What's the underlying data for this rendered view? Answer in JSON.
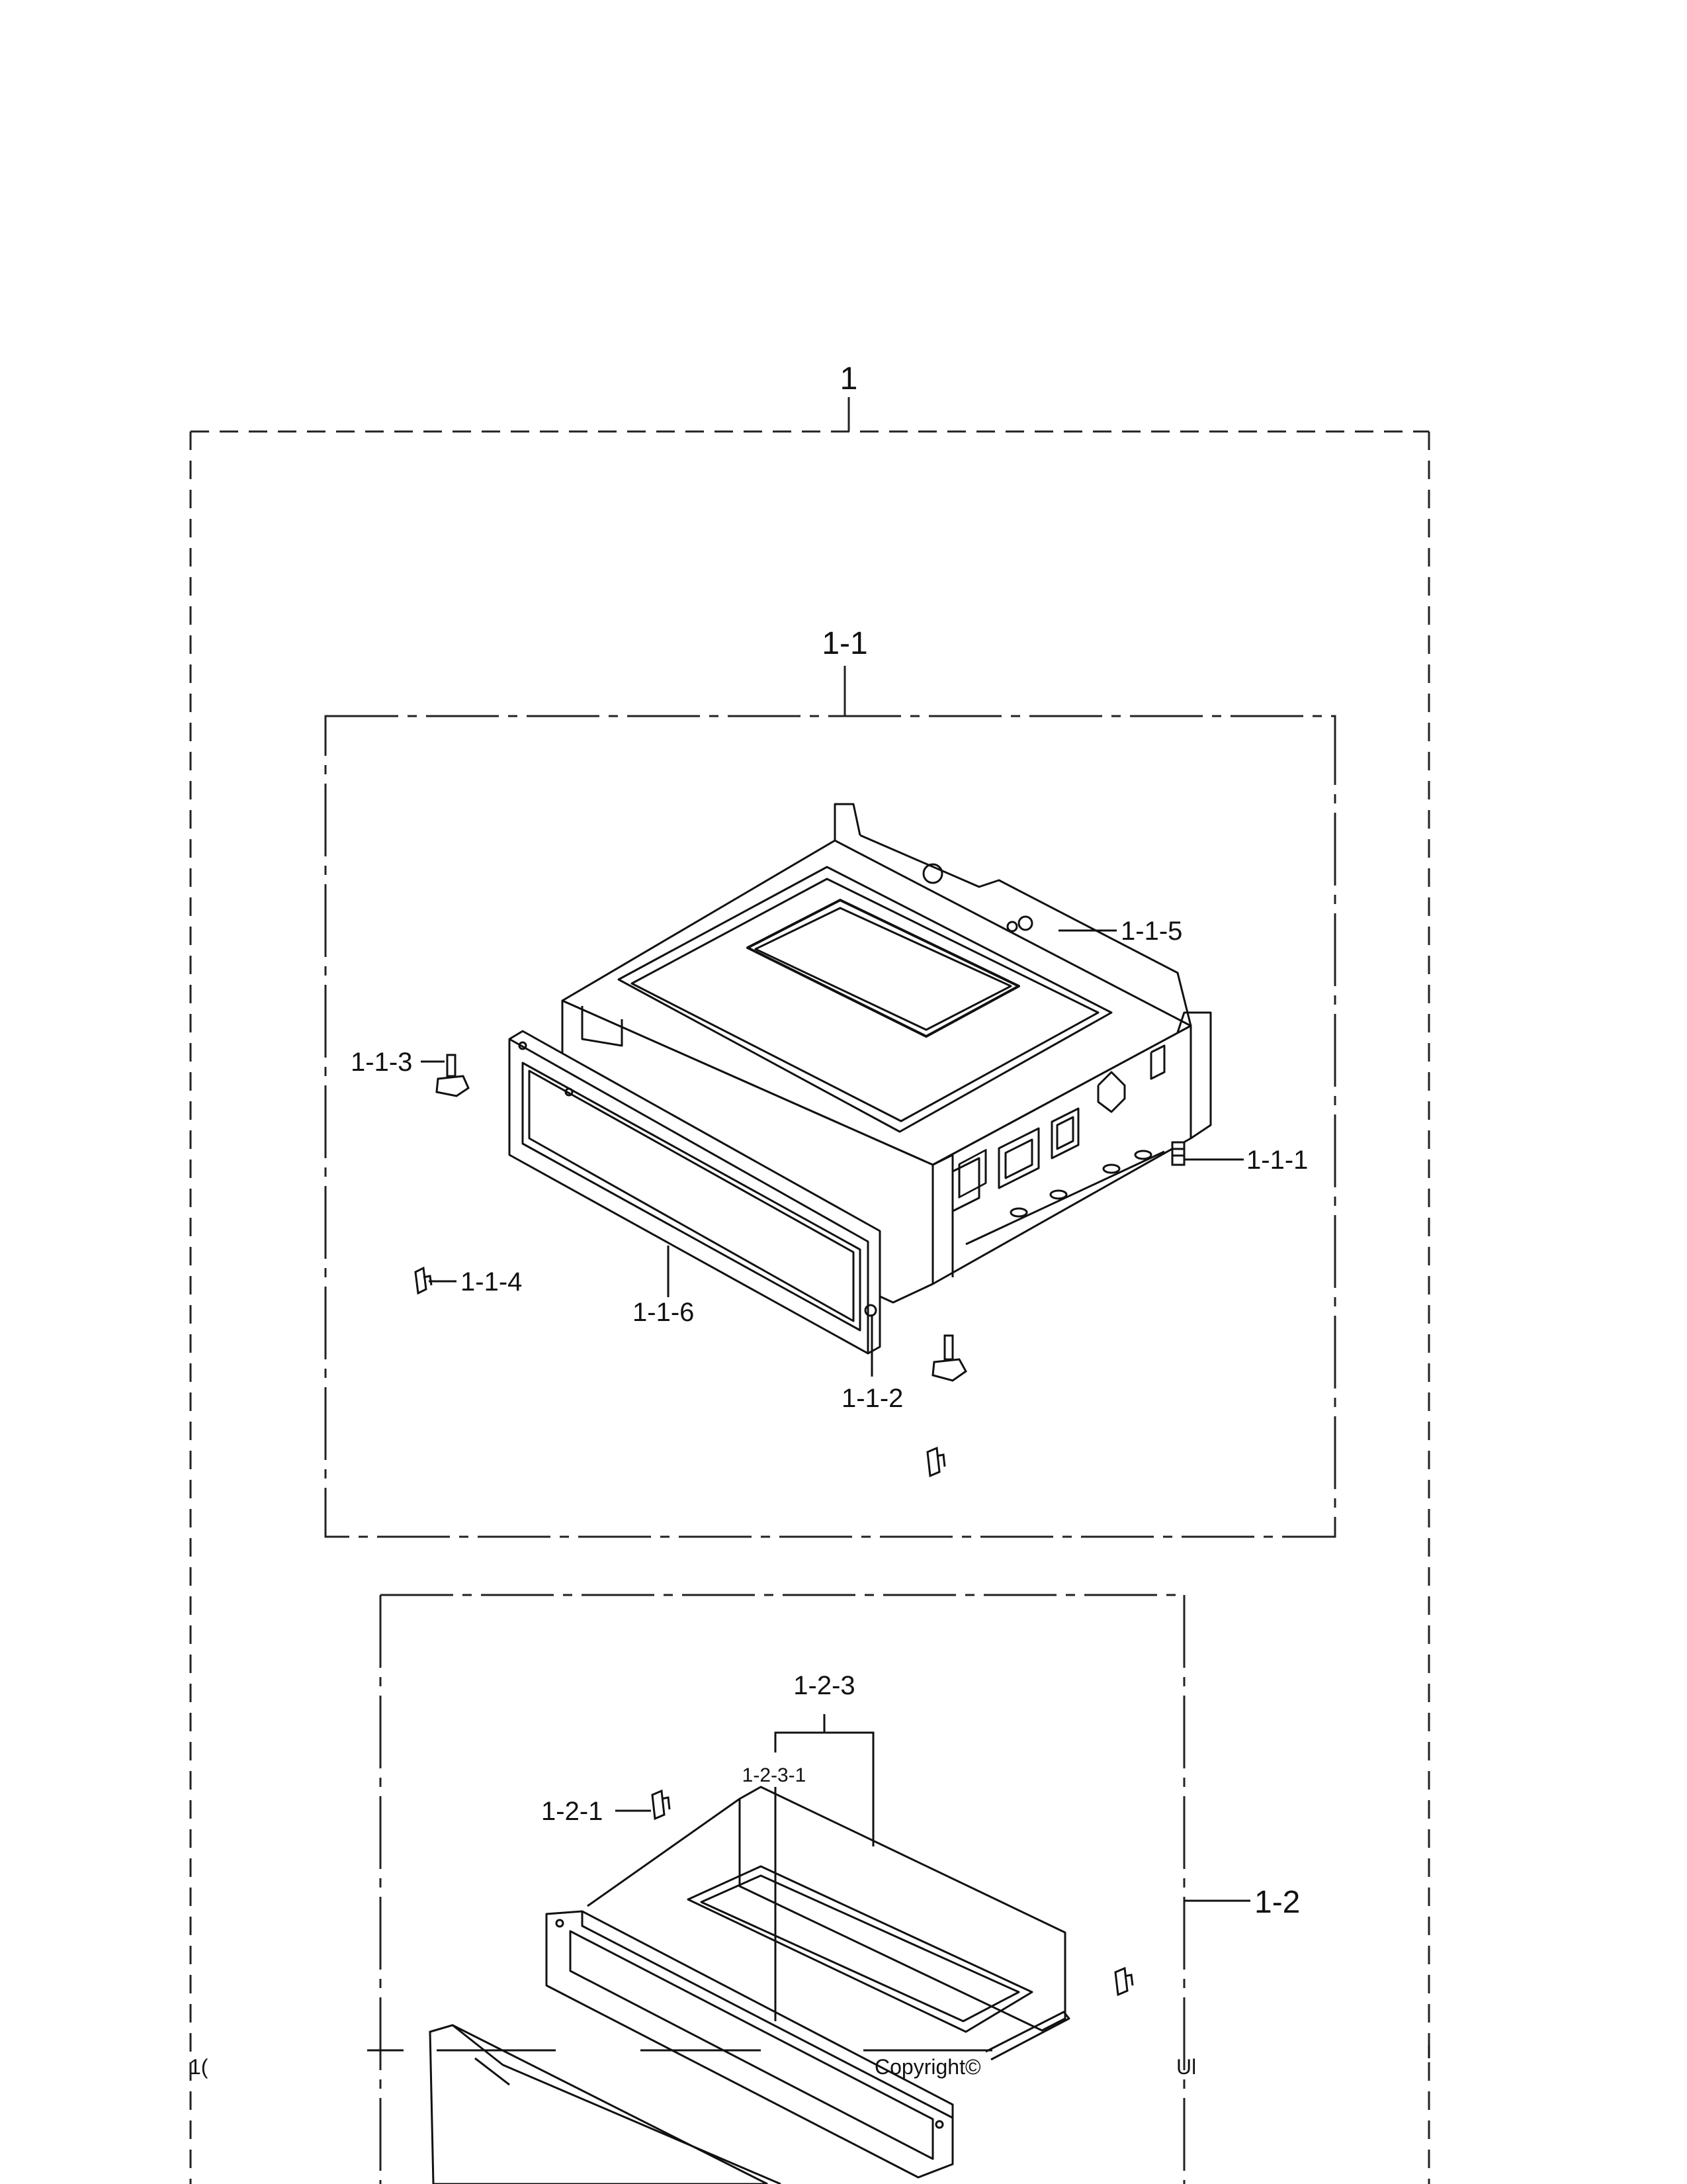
{
  "callouts": {
    "assembly_1": "1",
    "assembly_1_1": "1-1",
    "part_1_1_1": "1-1-1",
    "part_1_1_2": "1-1-2",
    "part_1_1_3": "1-1-3",
    "part_1_1_4": "1-1-4",
    "part_1_1_5": "1-1-5",
    "part_1_1_6": "1-1-6",
    "assembly_1_2": "1-2",
    "part_1_2_1": "1-2-1",
    "part_1_2_3": "1-2-3",
    "part_1_2_3_1": "1-2-3-1"
  },
  "footer": {
    "left_fragment": "1(",
    "copyright": "Copyright©",
    "right_fragment": "Ul"
  }
}
